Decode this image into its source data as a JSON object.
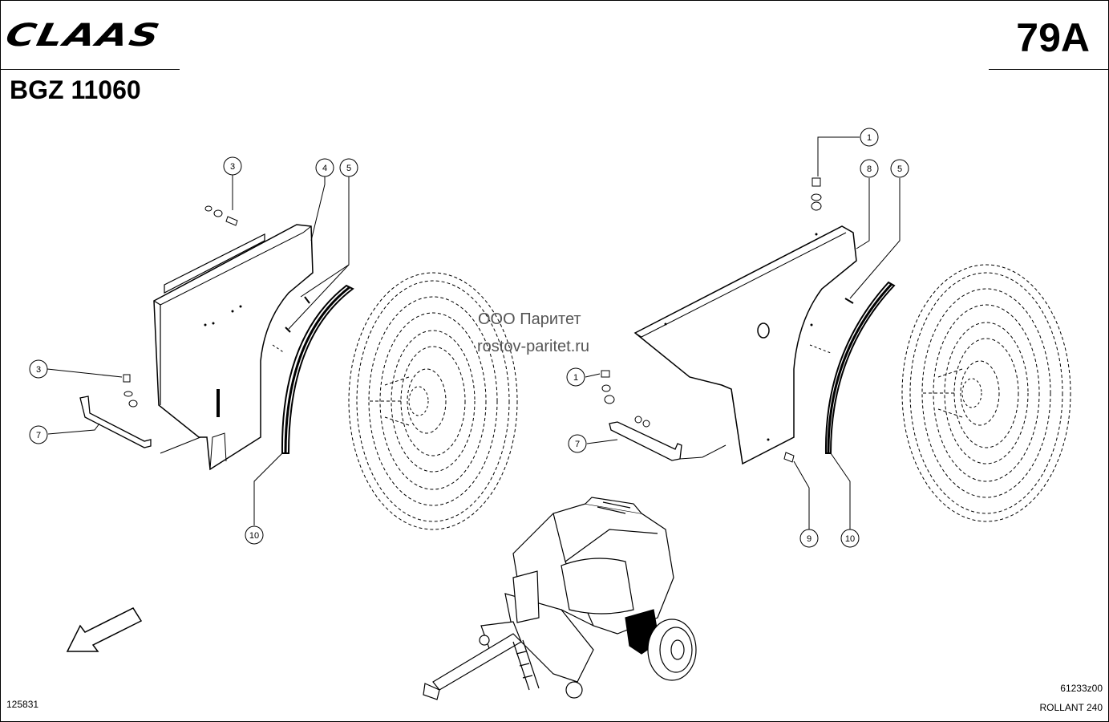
{
  "header": {
    "brand": "CLAAS",
    "model_code": "BGZ 11060",
    "page_number": "79A"
  },
  "watermark": {
    "line1": "ООО Паритет",
    "line2": "rostov-paritet.ru"
  },
  "footer": {
    "drawing_number": "125831",
    "image_code": "61233z00",
    "machine": "ROLLANT 240"
  },
  "callouts": {
    "left_fender": [
      "3",
      "4",
      "5",
      "3",
      "7",
      "10"
    ],
    "right_fender": [
      "1",
      "8",
      "5",
      "1",
      "7",
      "9",
      "10"
    ]
  },
  "colors": {
    "line": "#000000",
    "watermark": "#555555"
  }
}
